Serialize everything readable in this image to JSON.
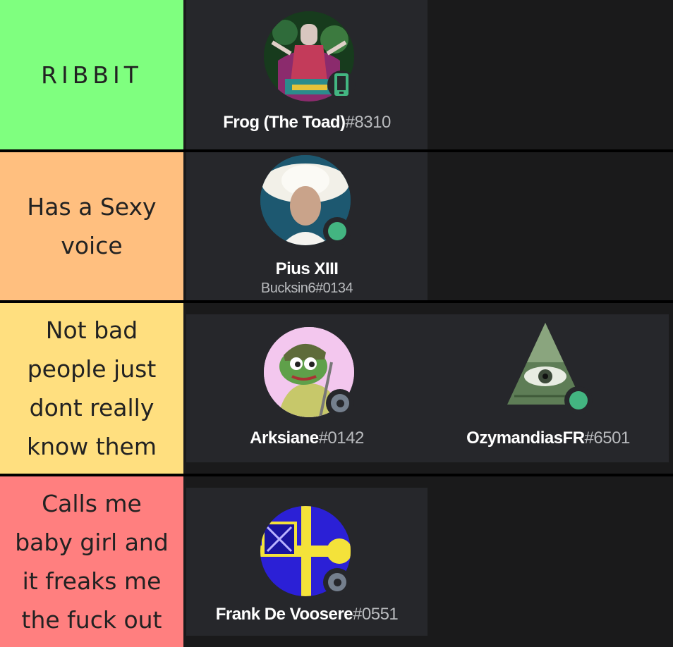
{
  "tiers": [
    {
      "label": "RIBBIT",
      "color": "#7fff7f",
      "users": [
        {
          "name": "Frog (The Toad)",
          "discriminator": "#8310",
          "status": "mobile",
          "avatar_icon": "colorful-figure-avatar"
        }
      ]
    },
    {
      "label": "Has a Sexy voice",
      "color": "#ffbf7f",
      "users": [
        {
          "name": "Pius XIII",
          "username": "Bucksin6#0134",
          "status": "online",
          "avatar_icon": "man-in-white-hat-avatar"
        }
      ]
    },
    {
      "label": "Not bad people just dont really know them",
      "color": "#ffdf7f",
      "users": [
        {
          "name": "Arksiane",
          "discriminator": "#0142",
          "status": "offline",
          "avatar_icon": "pepe-frog-soldier-avatar"
        },
        {
          "name": "OzymandiasFR",
          "discriminator": "#6501",
          "status": "online",
          "avatar_icon": "illuminati-pyramid-avatar"
        }
      ]
    },
    {
      "label": "Calls me baby girl and it freaks me the fuck out",
      "color": "#ff7f7f",
      "users": [
        {
          "name": "Frank De Voosere",
          "discriminator": "#0551",
          "status": "offline",
          "avatar_icon": "flag-avatar"
        }
      ]
    }
  ],
  "status_colors": {
    "online": "#43b581",
    "offline": "#747f8d",
    "mobile": "#43b581"
  }
}
